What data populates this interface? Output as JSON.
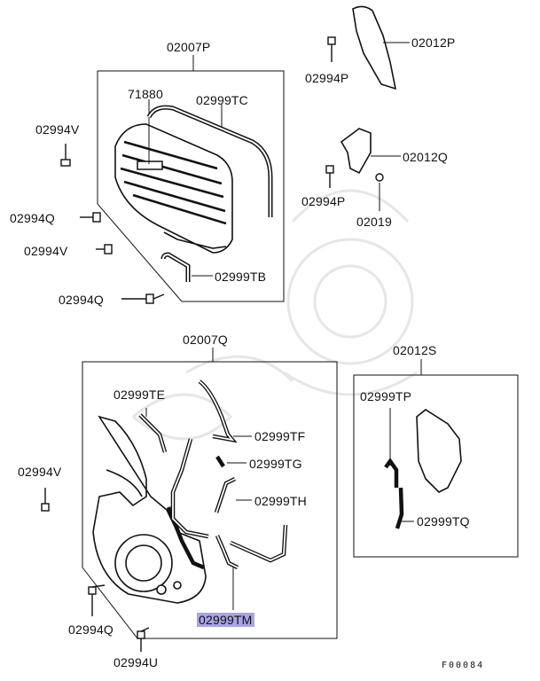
{
  "labels": {
    "p02007P": "02007P",
    "p71880": "71880",
    "p02999TC": "02999TC",
    "p02994V_a": "02994V",
    "p02994Q_a": "02994Q",
    "p02994V_b": "02994V",
    "p02994Q_b": "02994Q",
    "p02999TB": "02999TB",
    "p02012P": "02012P",
    "p02994P_a": "02994P",
    "p02012Q": "02012Q",
    "p02994P_b": "02994P",
    "p02019": "02019",
    "p02007Q": "02007Q",
    "p02012S": "02012S",
    "p02999TE": "02999TE",
    "p02999TF": "02999TF",
    "p02999TG": "02999TG",
    "p02999TH": "02999TH",
    "p02999TP": "02999TP",
    "p02999TQ": "02999TQ",
    "p02994V_c": "02994V",
    "p02999TM": "02999TM",
    "p02994Q_c": "02994Q",
    "p02994U": "02994U"
  },
  "figure_ref": "F00084",
  "colors": {
    "highlight": "#a9a4e6",
    "line": "#111111",
    "watermark": "#e4e4e4"
  }
}
